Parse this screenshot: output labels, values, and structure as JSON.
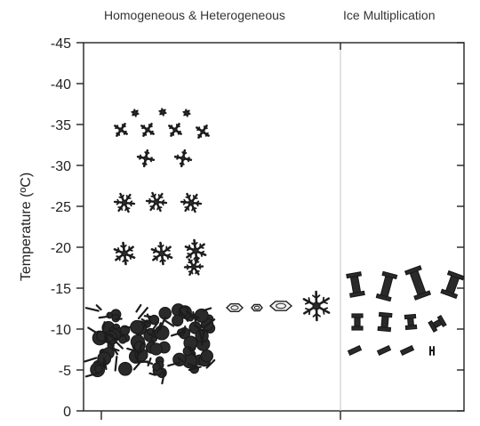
{
  "figure": {
    "title_left": "Homogeneous & Heterogeneous",
    "title_right": "Ice Multiplication",
    "y_axis_label": "Temperature (ºC)",
    "y_ticks": [
      "-45",
      "-40",
      "-35",
      "-30",
      "-25",
      "-20",
      "-15",
      "-10",
      "-5",
      "0"
    ],
    "crystal_groups": [
      {
        "name": "cold-small-crystals",
        "temperature_range": [
          -37,
          -32
        ]
      },
      {
        "name": "dendrite-stars",
        "temperature_range": [
          -27,
          -17
        ]
      },
      {
        "name": "warm-aggregates",
        "temperature_range": [
          -13,
          -5
        ]
      },
      {
        "name": "hexagonal-plates",
        "temperature_range": [
          -14,
          -11
        ]
      },
      {
        "name": "stellar-dendrite",
        "temperature_range": [
          -14,
          -10
        ]
      },
      {
        "name": "multiplication-columns",
        "temperature_range": [
          -17,
          -7
        ]
      }
    ]
  }
}
